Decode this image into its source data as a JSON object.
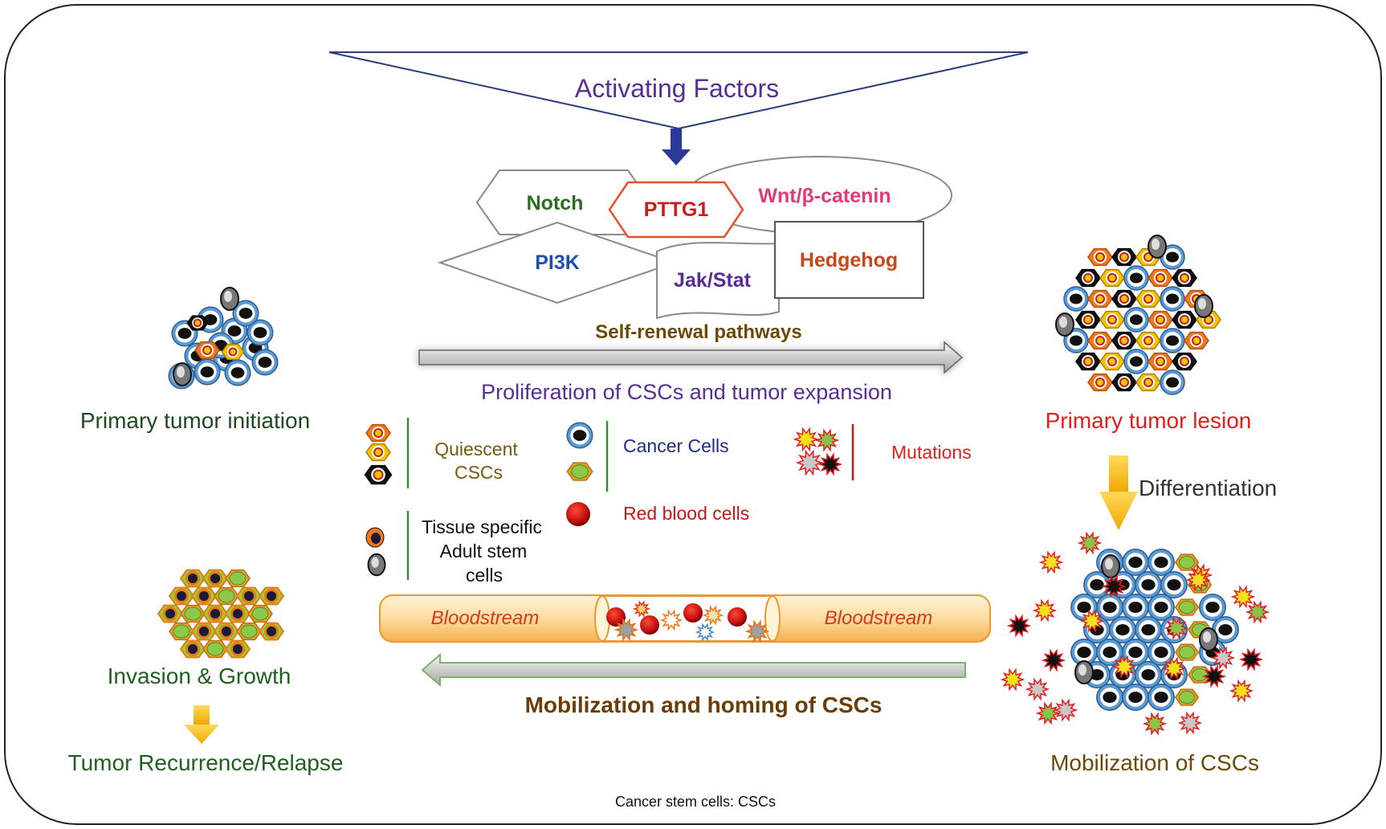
{
  "header": {
    "activating_factors": "Activating Factors"
  },
  "pathways": {
    "notch": "Notch",
    "pttg1": "PTTG1",
    "wnt": "Wnt/β-catenin",
    "pi3k": "PI3K",
    "jakstat": "Jak/Stat",
    "hedgehog": "Hedgehog",
    "self_renewal": "Self-renewal pathways",
    "proliferation": "Proliferation of CSCs and tumor expansion"
  },
  "stages": {
    "primary_initiation": "Primary tumor initiation",
    "primary_lesion": "Primary tumor lesion",
    "differentiation": "Differentiation",
    "mobilization_cscs": "Mobilization of CSCs",
    "invasion_growth": "Invasion & Growth",
    "recurrence": "Tumor Recurrence/Relapse"
  },
  "legend": {
    "quiescent_line1": "Quiescent",
    "quiescent_line2": "CSCs",
    "cancer_cells": "Cancer Cells",
    "mutations": "Mutations",
    "red_blood_cells": "Red blood cells",
    "tissue_line1": "Tissue specific",
    "tissue_line2": "Adult stem",
    "tissue_line3": "cells"
  },
  "bloodstream": {
    "left_label": "Bloodstream",
    "right_label": "Bloodstream",
    "mobilization_homing": "Mobilization and homing of CSCs"
  },
  "footer": {
    "abbreviation": "Cancer stem cells: CSCs"
  },
  "colors": {
    "purple": "#5a2d91",
    "dark_green": "#1f5f1f",
    "red": "#e01e1e",
    "navy": "#1f2d8a",
    "brown": "#7a4a00",
    "cell_blue": "#5b9bd5",
    "orange": "#f07a1a",
    "yellow": "#f5c400"
  }
}
